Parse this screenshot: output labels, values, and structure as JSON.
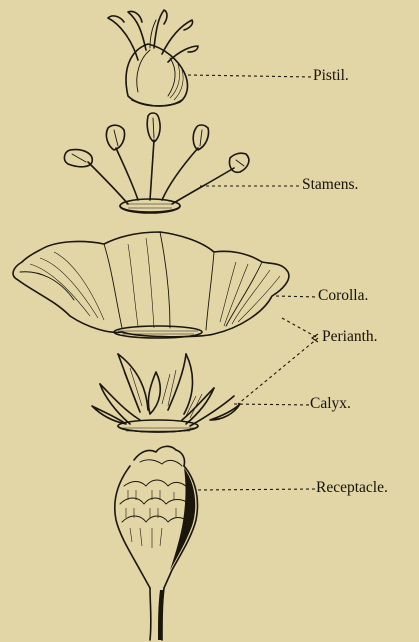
{
  "labels": {
    "pistil": "Pistil.",
    "stamens": "Stamens.",
    "corolla": "Corolla.",
    "perianth": "Perianth.",
    "calyx": "Calyx.",
    "receptacle": "Receptacle."
  }
}
